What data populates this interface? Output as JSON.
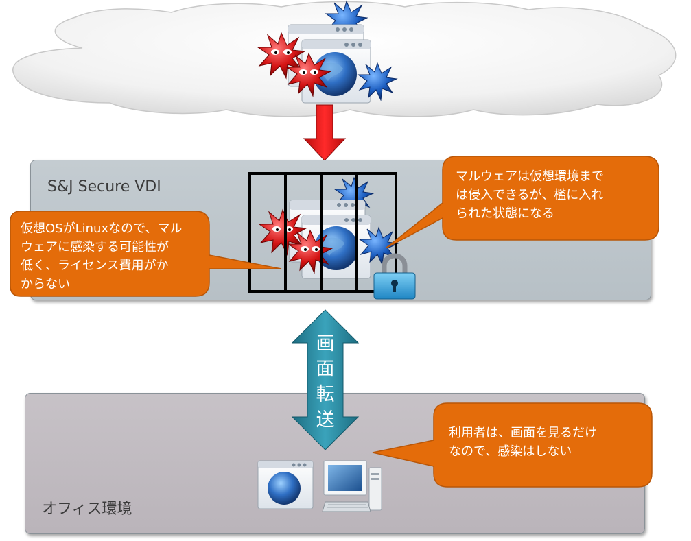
{
  "panels": {
    "vdi_title": "S&J Secure VDI",
    "office_title": "オフィス環境"
  },
  "callouts": {
    "left": [
      "仮想OSがLinuxなので、マル",
      "ウェアに感染する可能性が",
      "低く、ライセンス費用がか",
      "からない"
    ],
    "right": [
      "マルウェアは仮想環境まで",
      "は侵入できるが、檻に入れ",
      "られた状態になる"
    ],
    "bottom": [
      "利用者は、画面を見るだけ",
      "なので、感染はしない"
    ]
  },
  "arrow_label": [
    "画",
    "面",
    "転",
    "送"
  ],
  "icons": [
    "cloud-icon",
    "malware-icon",
    "browser-window-icon",
    "cage-icon",
    "padlock-icon",
    "desktop-computer-icon",
    "down-arrow-icon",
    "double-arrow-icon"
  ],
  "colors": {
    "callout": "#e46c0a",
    "callout_border": "#b85608",
    "down_arrow": "#e31b1b",
    "double_arrow": "#2c8aa0",
    "vdi_panel": "#bec6cc",
    "office_panel": "#c0bac0"
  }
}
